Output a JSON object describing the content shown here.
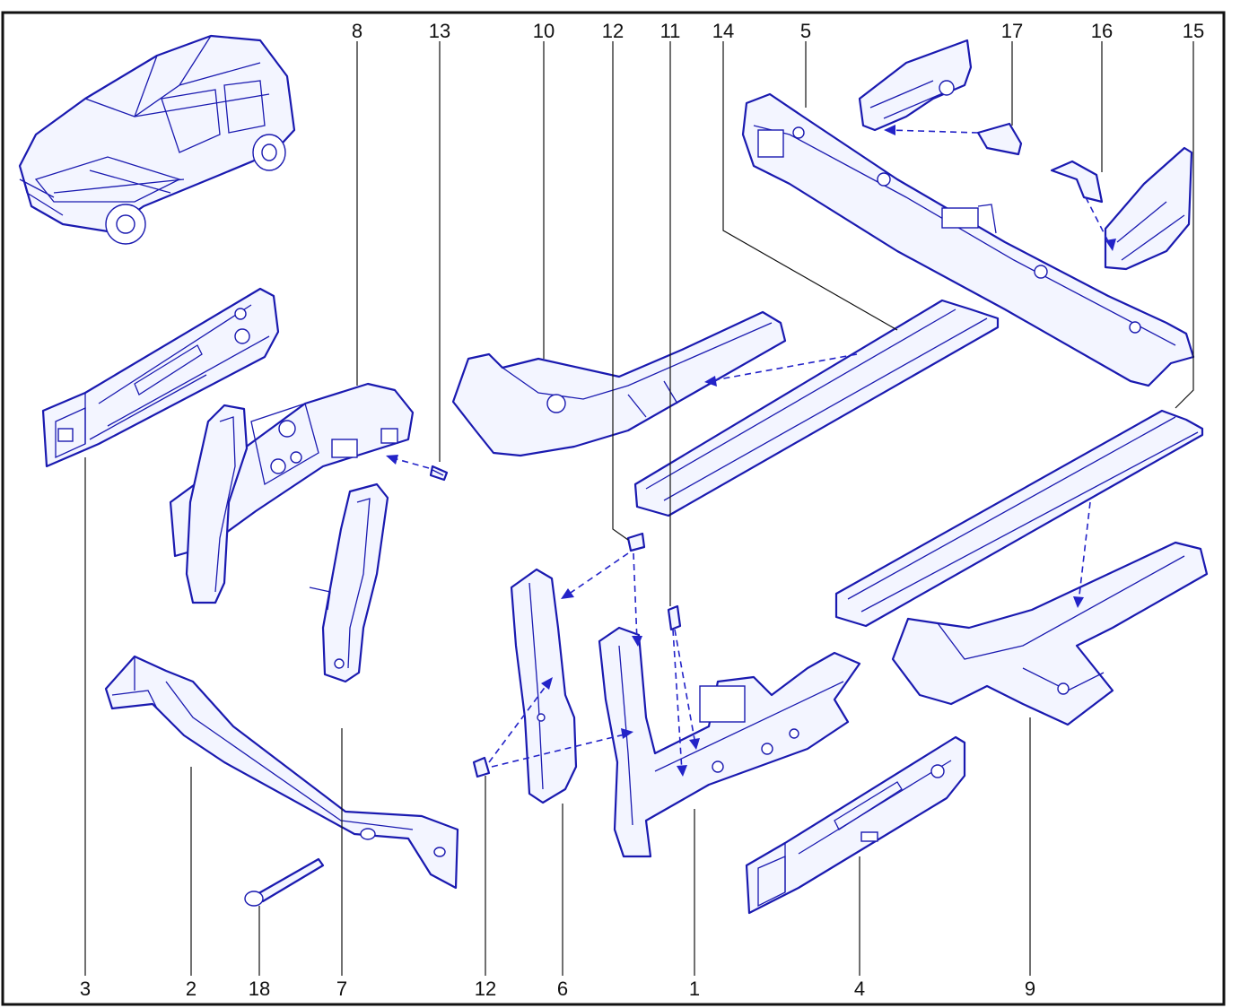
{
  "diagram": {
    "callouts_top": [
      "8",
      "13",
      "10",
      "12",
      "11",
      "14",
      "5",
      "17",
      "16",
      "15"
    ],
    "callouts_bottom": [
      "3",
      "2",
      "18",
      "7",
      "12",
      "6",
      "1",
      "4",
      "9"
    ]
  },
  "colors": {
    "line": "#1a1ab0",
    "fill": "#f3f5ff",
    "frame": "#111111",
    "background": "#ffffff"
  },
  "icons": {
    "vehicle_overview": "car-overview-icon"
  }
}
